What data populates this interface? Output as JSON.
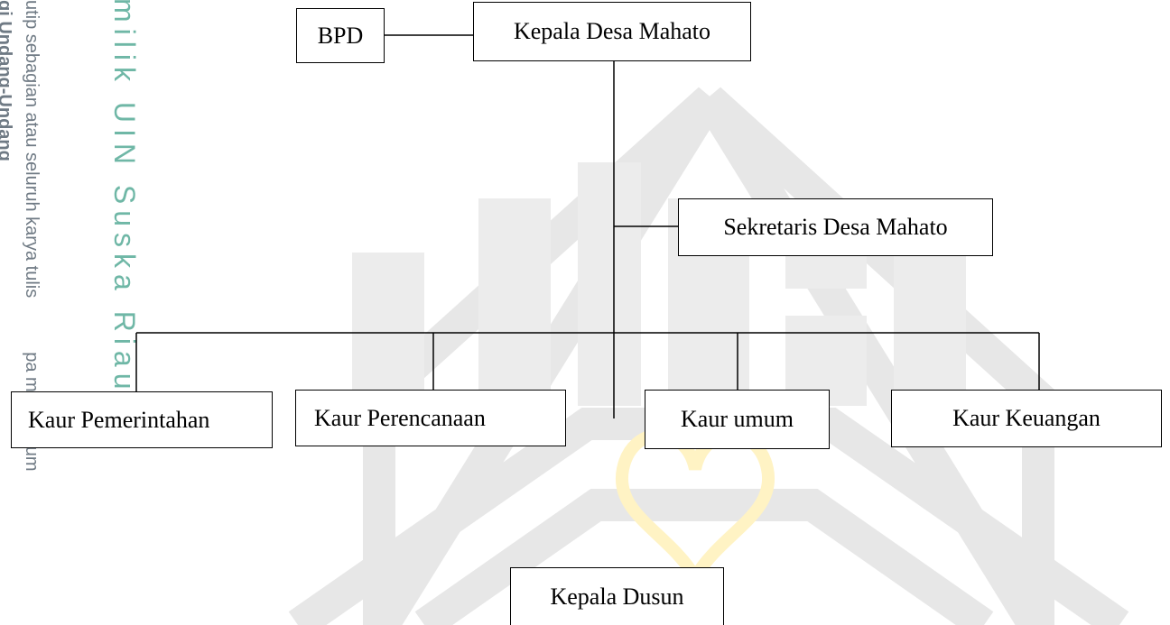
{
  "watermark": {
    "color": "#e7e7e7",
    "accent_color": "#fff3c4",
    "margin_texts": [
      "gi Undang-Undang",
      "utip sebagian atau seluruh karya tulis",
      "pa mencantum",
      "milik UIN Suska Riau"
    ]
  },
  "org": {
    "line_color": "#000000",
    "bpd": "BPD",
    "kepala_desa": "Kepala Desa Mahato",
    "sekretaris": "Sekretaris Desa Mahato",
    "kaur_pemerintahan": "Kaur Pemerintahan",
    "kaur_perencanaan": "Kaur Perencanaan",
    "kaur_umum": "Kaur umum",
    "kaur_keuangan": "Kaur Keuangan",
    "kepala_dusun": "Kepala Dusun"
  }
}
